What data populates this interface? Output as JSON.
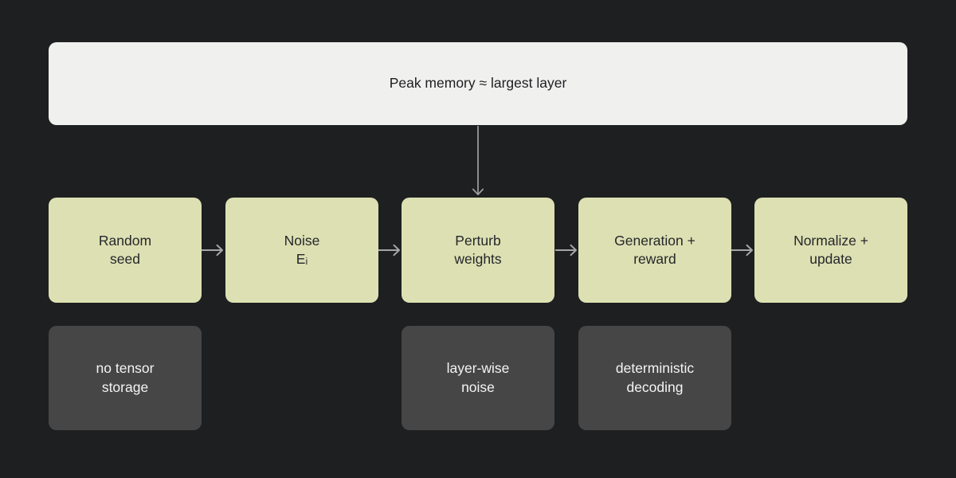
{
  "diagram": {
    "banner": {
      "label": "Peak memory ≈ largest layer"
    },
    "stages": [
      {
        "label": "Random\nseed"
      },
      {
        "label": "Noise\nEᵢ"
      },
      {
        "label": "Perturb\nweights"
      },
      {
        "label": "Generation +\nreward"
      },
      {
        "label": "Normalize +\nupdate"
      }
    ],
    "notes": [
      {
        "label": "no tensor\nstorage"
      },
      {
        "label": "layer-wise\nnoise"
      },
      {
        "label": "deterministic\ndecoding"
      }
    ],
    "icons": {
      "stage_connector": "arrow-right-icon",
      "banner_connector": "arrow-down-icon",
      "arrow_right_glyph": "→",
      "arrow_down_glyph": "↓"
    },
    "colors": {
      "background": "#1e1f21",
      "banner_bg": "#f0f0ef",
      "stage_bg": "#dde0b2",
      "note_bg": "#464646",
      "arrow": "#a3a3a3",
      "banner_text": "#1d1e20",
      "stage_text": "#25272b",
      "note_text": "#f4f4f4"
    }
  }
}
